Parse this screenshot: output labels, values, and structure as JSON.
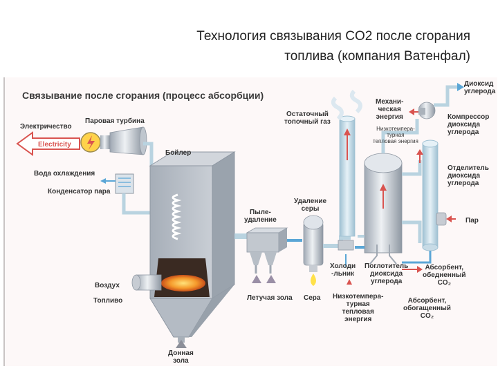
{
  "slide": {
    "title_line1": "Технология связывания CO2 после сгорания",
    "title_line2": "топлива (компания Ватенфал)"
  },
  "figure": {
    "heading": "Связывание после сгорания (процесс абсорбции)",
    "arrow_text": "Electricity",
    "labels": {
      "electricity": "Электричество",
      "steam_turbine": "Паровая турбина",
      "cooling_water": "Вода охлаждения",
      "steam_condenser": "Конденсатор пара",
      "boiler": "Бойлер",
      "air": "Воздух",
      "fuel": "Топливо",
      "bottom_ash": [
        "Донная",
        "зола"
      ],
      "dust_removal": [
        "Пыле-",
        "удаление"
      ],
      "fly_ash": "Летучая зола",
      "sulfur_removal": [
        "Удаление",
        "серы"
      ],
      "sulfur": "Сера",
      "flue_gas": [
        "Остаточный",
        "топочный газ"
      ],
      "mechanical_energy": [
        "Механи-",
        "ческая",
        "энергия"
      ],
      "low_temp_heat_top": [
        "Низкотемпера-",
        "турная",
        "тепловая энергия"
      ],
      "refrigerator": [
        "Холоди",
        "-льник"
      ],
      "absorber": [
        "Поглотитель",
        "диоксида",
        "углерода"
      ],
      "low_temp_heat_bottom": [
        "Низкотемпера-",
        "турная",
        "тепловая",
        "энергия"
      ],
      "co2": [
        "Диоксид",
        "углерода"
      ],
      "co2_compressor": [
        "Компрессор",
        "диоксида",
        "углерода"
      ],
      "co2_separator": [
        "Отделитель",
        "диоксида",
        "углерода"
      ],
      "steam": "Пар",
      "absorbent_lean": [
        "Абсорбент,",
        "обедненный",
        "CO₂"
      ],
      "absorbent_rich": [
        "Абсорбент,",
        "обогащенный",
        "CO₂"
      ]
    }
  },
  "colors": {
    "background": "#fdf8f8",
    "pipe": "#b9d3e0",
    "equipment": "#c7ccd3",
    "arrow_red": "#d9534f",
    "flow_blue": "#5aa6d6",
    "sulfur": "#ffe14a",
    "flame": "#f07d1c"
  }
}
